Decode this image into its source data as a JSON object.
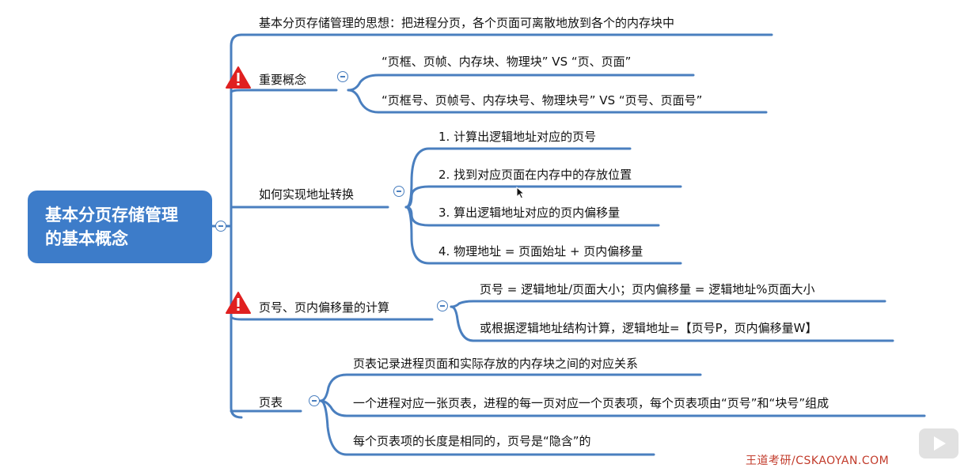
{
  "root": {
    "line1": "基本分页存储管理",
    "line2": "的基本概念"
  },
  "branches": {
    "idea": "基本分页存储管理的思想：把进程分页，各个页面可离散地放到各个的内存块中",
    "concepts": {
      "label": "重要概念",
      "items": [
        "“页框、页帧、内存块、物理块” VS “页、页面”",
        "“页框号、页帧号、内存块号、物理块号” VS “页号、页面号”"
      ]
    },
    "translate": {
      "label": "如何实现地址转换",
      "items": [
        "1. 计算出逻辑地址对应的页号",
        "2. 找到对应页面在内存中的存放位置",
        "3. 算出逻辑地址对应的页内偏移量",
        "4. 物理地址 = 页面始址 + 页内偏移量"
      ]
    },
    "calc": {
      "label": "页号、页内偏移量的计算",
      "items": [
        "页号 = 逻辑地址/页面大小；页内偏移量 = 逻辑地址%页面大小",
        "或根据逻辑地址结构计算，逻辑地址=【页号P，页内偏移量W】"
      ]
    },
    "pagetable": {
      "label": "页表",
      "items": [
        "页表记录进程页面和实际存放的内存块之间的对应关系",
        "一个进程对应一张页表，进程的每一页对应一个页表项，每个页表项由“页号”和“块号”组成",
        "每个页表项的长度是相同的，页号是“隐含”的"
      ]
    }
  },
  "watermark": "王道考研/CSKAOYAN.COM",
  "colors": {
    "line": "#4a7fbf",
    "root": "#3d7cc9",
    "warning": "#e02020"
  },
  "icons": [
    "warning-icon",
    "collapse-icon",
    "play-icon"
  ]
}
